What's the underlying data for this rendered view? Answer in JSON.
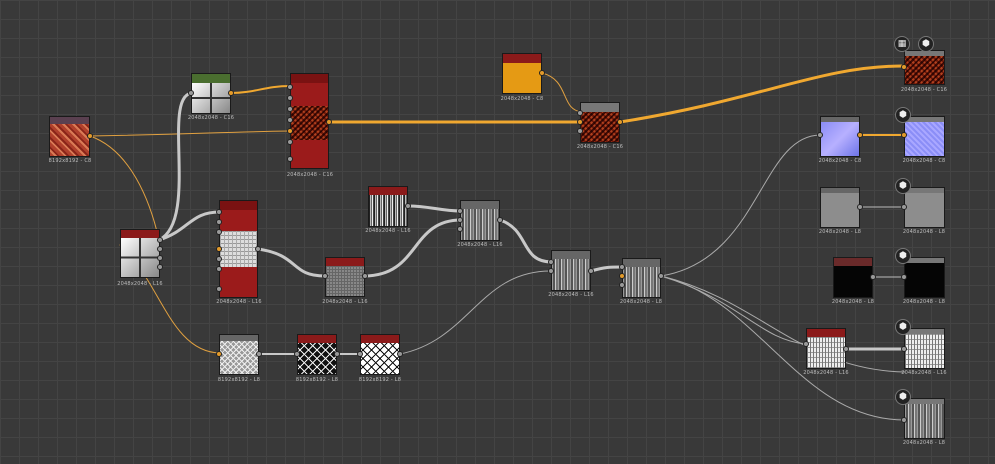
{
  "nodes": [
    {
      "id": "n1",
      "label": "8192x8192 - C8"
    },
    {
      "id": "n2",
      "label": "2048x2048 - C16"
    },
    {
      "id": "n3",
      "label": "2048x2048 - C16"
    },
    {
      "id": "n4",
      "label": "2048x2048 - C8"
    },
    {
      "id": "n5",
      "label": "2048x2048 - C16"
    },
    {
      "id": "n6",
      "label": "2048x2048 - C16"
    },
    {
      "id": "n7",
      "label": "2048x2048 - L16"
    },
    {
      "id": "n8",
      "label": "2048x2048 - L16"
    },
    {
      "id": "n9",
      "label": "2048x2048 - L16"
    },
    {
      "id": "n10",
      "label": "2048x2048 - L16"
    },
    {
      "id": "n11",
      "label": "2048x2048 - L16"
    },
    {
      "id": "n12",
      "label": "2048x2048 - L16"
    },
    {
      "id": "n13",
      "label": "2048x2048 - L8"
    },
    {
      "id": "n14",
      "label": "8192x8192 - L8"
    },
    {
      "id": "n15",
      "label": "8192x8192 - L8"
    },
    {
      "id": "n16",
      "label": "8192x8192 - L8"
    },
    {
      "id": "n17",
      "label": "2048x2048 - C8"
    },
    {
      "id": "n18",
      "label": "2048x2048 - C8"
    },
    {
      "id": "n19",
      "label": "2048x2048 - L8"
    },
    {
      "id": "n20",
      "label": "2048x2048 - L8"
    },
    {
      "id": "n21",
      "label": "2048x2048 - L8"
    },
    {
      "id": "n22",
      "label": "2048x2048 - L8"
    },
    {
      "id": "n23",
      "label": "2048x2048 - L16"
    },
    {
      "id": "n24",
      "label": "2048x2048 - L16"
    },
    {
      "id": "n25",
      "label": "2048x2048 - L8"
    }
  ],
  "badges": {
    "checker_icon": "checker-icon",
    "cube_icon": "cube-icon"
  },
  "colors": {
    "canvas": "#393939",
    "wire_gray": "#bdbdbd",
    "wire_orange": "#f0a830",
    "header_red": "#8b1a1a",
    "header_green": "#4a6e2f"
  }
}
